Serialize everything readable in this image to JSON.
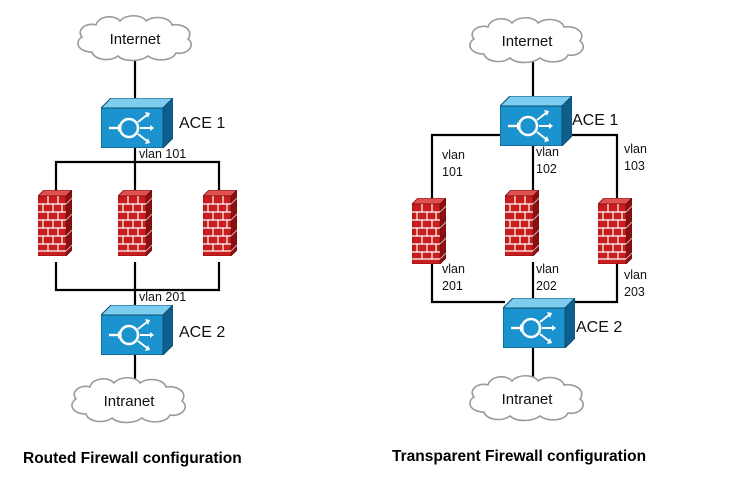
{
  "left": {
    "internet_label": "Internet",
    "ace1_label": "ACE 1",
    "ace2_label": "ACE 2",
    "intranet_label": "Intranet",
    "vlan_top": "vlan 101",
    "vlan_bottom": "vlan 201",
    "caption": "Routed Firewall configuration"
  },
  "right": {
    "internet_label": "Internet",
    "ace1_label": "ACE 1",
    "ace2_label": "ACE 2",
    "intranet_label": "Intranet",
    "vlans_top": [
      {
        "line1": "vlan",
        "line2": "101"
      },
      {
        "line1": "vlan",
        "line2": "102"
      },
      {
        "line1": "vlan",
        "line2": "103"
      }
    ],
    "vlans_bottom": [
      {
        "line1": "vlan",
        "line2": "201"
      },
      {
        "line1": "vlan",
        "line2": "202"
      },
      {
        "line1": "vlan",
        "line2": "203"
      }
    ],
    "caption": "Transparent Firewall configuration"
  },
  "icons": {
    "cloud": "cloud-icon",
    "ace": "ace-switch-icon",
    "firewall": "firewall-brick-icon"
  },
  "colors": {
    "ace_front": "#1b93cf",
    "ace_top": "#7dcdf0",
    "ace_side": "#0f5f8c",
    "brick": "#c81e1e",
    "brick_dark": "#8a1010",
    "mortar": "#ffffff",
    "cloud_fill": "#ffffff",
    "cloud_stroke": "#9a9a9a"
  }
}
